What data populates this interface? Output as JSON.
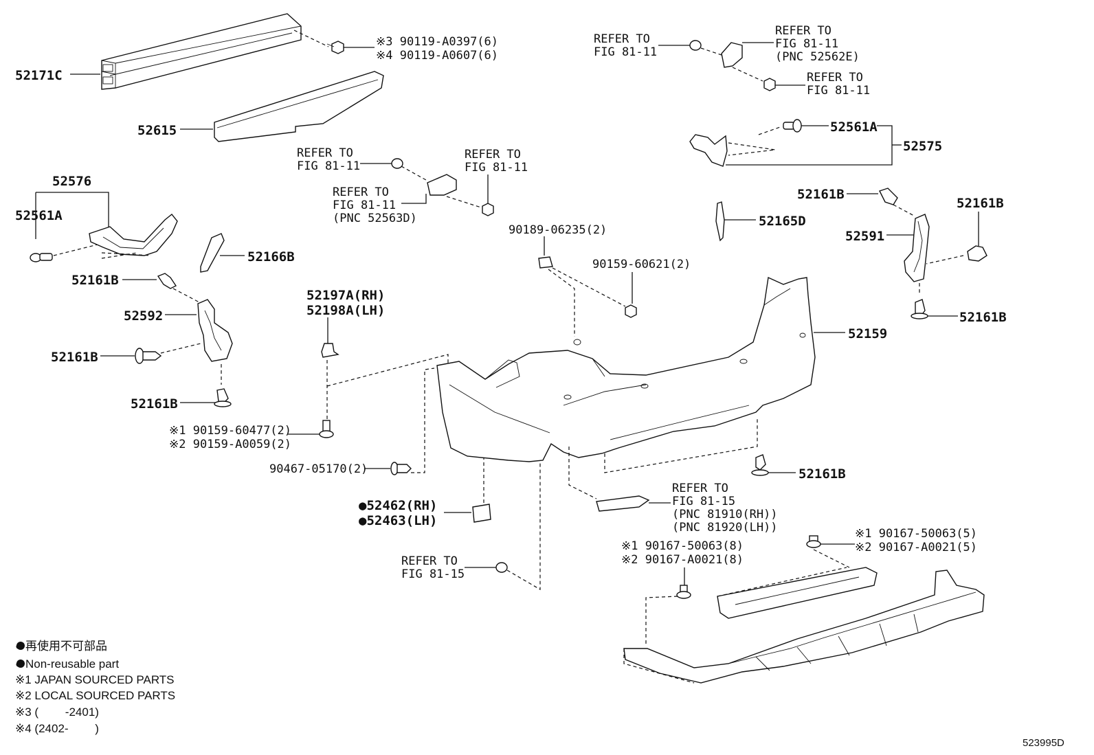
{
  "figure_number": "523995D",
  "labels": {
    "p52171C": "52171C",
    "p52615": "52615",
    "bolt_a1": "※3 90119-A0397(6)",
    "bolt_a2": "※4 90119-A0607(6)",
    "p52576": "52576",
    "p52561A_left": "52561A",
    "p52166B": "52166B",
    "p52161B_1": "52161B",
    "p52592": "52592",
    "p52161B_2": "52161B",
    "p52161B_3": "52161B",
    "refer_mid_1": [
      "REFER TO",
      "FIG 81-11"
    ],
    "refer_mid_2": [
      "REFER TO",
      "FIG 81-11"
    ],
    "refer_mid_3": [
      "REFER TO",
      "FIG 81-11",
      "(PNC 52563D)"
    ],
    "p52197A": "52197A(RH)",
    "p52198A": "52198A(LH)",
    "screw_b1": "※1 90159-60477(2)",
    "screw_b2": "※2 90159-A0059(2)",
    "clip_90467": "90467-05170(2)",
    "p52462": "●52462(RH)",
    "p52463": "●52463(LH)",
    "refer_bottom_15": [
      "REFER TO",
      "FIG 81-15"
    ],
    "refer_top_1": [
      "REFER TO",
      "FIG 81-11"
    ],
    "refer_top_2": [
      "REFER TO",
      "FIG 81-11",
      "(PNC 52562E)"
    ],
    "refer_top_3": [
      "REFER TO",
      "FIG 81-11"
    ],
    "p52561A_right": "52561A",
    "p52575": "52575",
    "p52161B_4": "52161B",
    "p52161B_5": "52161B",
    "p52591": "52591",
    "p52165D": "52165D",
    "p52161B_6": "52161B",
    "nut_90189": "90189-06235(2)",
    "nut_90159": "90159-60621(2)",
    "p52159": "52159",
    "p52161B_7": "52161B",
    "refer_reflector": [
      "REFER TO",
      "FIG 81-15",
      "(PNC 81910(RH))",
      "(PNC 81920(LH))"
    ],
    "screw_c1": "※1 90167-50063(8)",
    "screw_c2": "※2 90167-A0021(8)",
    "screw_d1": "※1 90167-50063(5)",
    "screw_d2": "※2 90167-A0021(5)"
  },
  "legend": [
    "● 再使用不可部品",
    "● Non-reusable part",
    "※1 JAPAN SOURCED PARTS",
    "※2 LOCAL SOURCED PARTS",
    "※3 (　　 -2401)",
    "※4 (2402-　　 )"
  ]
}
